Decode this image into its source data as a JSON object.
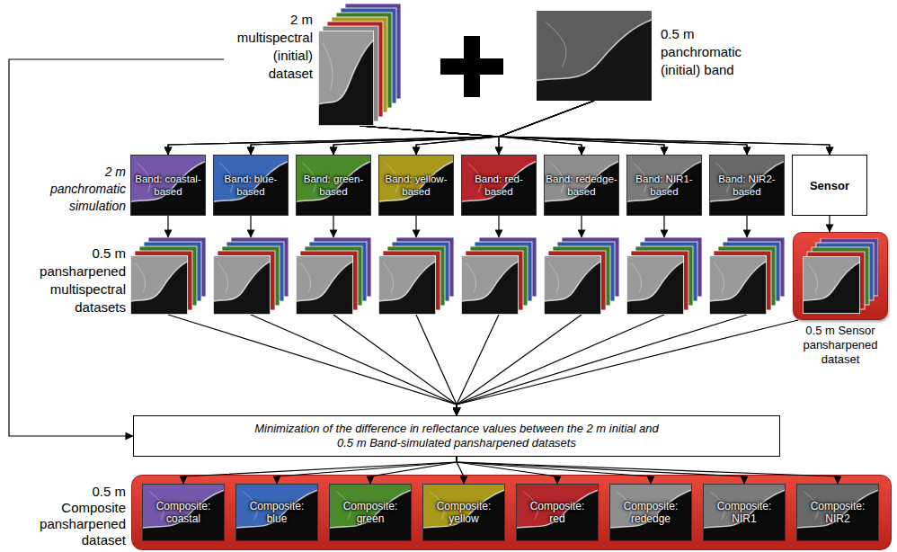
{
  "diagram": {
    "nodes": [
      {
        "text": [
          "2 m multispectral (initial) dataset"
        ]
      },
      {
        "text": [
          "0.5 m panchromatic (initial) band"
        ]
      },
      {
        "text": [
          "Band: coastal-based"
        ]
      },
      {
        "text": [
          "Band: blue-based"
        ]
      },
      {
        "text": [
          "Band: green-based"
        ]
      },
      {
        "text": [
          "Band: yellow-based"
        ]
      },
      {
        "text": [
          "Band: red-based"
        ]
      },
      {
        "text": [
          "Band: rededge-based"
        ]
      },
      {
        "text": [
          "Band: NIR1-based"
        ]
      },
      {
        "text": [
          "Band: NIR2-based"
        ]
      },
      {
        "text": [
          "Sensor"
        ]
      },
      {
        "text": []
      },
      {
        "text": []
      },
      {
        "text": []
      },
      {
        "text": []
      },
      {
        "text": []
      },
      {
        "text": []
      },
      {
        "text": []
      },
      {
        "text": []
      },
      {
        "text": [
          "0.5 m Sensor pansharpened dataset"
        ]
      },
      {
        "text": [
          "Minimization of the difference in reflectance values between the 2 m initial and 0.5 m Band-simulated pansharpened datasets"
        ]
      },
      {
        "text": [
          "0.5 m Composite pansharpened dataset"
        ]
      },
      {
        "text": [
          "Composite: coastal"
        ],
        "in": 21
      },
      {
        "text": [
          "Composite: blue"
        ],
        "in": 21
      },
      {
        "text": [
          "Composite: green"
        ],
        "in": 21
      },
      {
        "text": [
          "Composite: yellow"
        ],
        "in": 21
      },
      {
        "text": [
          "Composite: red"
        ],
        "in": 21
      },
      {
        "text": [
          "Composite: rededge"
        ],
        "in": 21
      },
      {
        "text": [
          "Composite: NIR1"
        ],
        "in": 21
      },
      {
        "text": [
          "Composite: NIR2"
        ],
        "in": 21
      }
    ],
    "edges": [
      {
        "from": 0,
        "to": 2,
        "arrow": "to"
      },
      {
        "from": 0,
        "to": 3,
        "arrow": "to"
      },
      {
        "from": 0,
        "to": 4,
        "arrow": "to"
      },
      {
        "from": 0,
        "to": 5,
        "arrow": "to"
      },
      {
        "from": 0,
        "to": 6,
        "arrow": "to"
      },
      {
        "from": 0,
        "to": 7,
        "arrow": "to"
      },
      {
        "from": 0,
        "to": 8,
        "arrow": "to"
      },
      {
        "from": 0,
        "to": 9,
        "arrow": "to"
      },
      {
        "from": 0,
        "to": 10,
        "arrow": "to"
      },
      {
        "from": 1,
        "to": 2,
        "arrow": "to"
      },
      {
        "from": 1,
        "to": 3,
        "arrow": "to"
      },
      {
        "from": 1,
        "to": 4,
        "arrow": "to"
      },
      {
        "from": 1,
        "to": 5,
        "arrow": "to"
      },
      {
        "from": 1,
        "to": 6,
        "arrow": "to"
      },
      {
        "from": 1,
        "to": 7,
        "arrow": "to"
      },
      {
        "from": 1,
        "to": 8,
        "arrow": "to"
      },
      {
        "from": 1,
        "to": 9,
        "arrow": "to"
      },
      {
        "from": 1,
        "to": 10,
        "arrow": "to"
      },
      {
        "from": 2,
        "to": 11,
        "arrow": "to"
      },
      {
        "from": 3,
        "to": 12,
        "arrow": "to"
      },
      {
        "from": 4,
        "to": 13,
        "arrow": "to"
      },
      {
        "from": 5,
        "to": 14,
        "arrow": "to"
      },
      {
        "from": 6,
        "to": 15,
        "arrow": "to"
      },
      {
        "from": 7,
        "to": 16,
        "arrow": "to"
      },
      {
        "from": 8,
        "to": 17,
        "arrow": "to"
      },
      {
        "from": 9,
        "to": 18,
        "arrow": "to"
      },
      {
        "from": 10,
        "to": 19,
        "arrow": "to"
      },
      {
        "from": 11,
        "to": 20,
        "arrow": "to"
      },
      {
        "from": 12,
        "to": 20,
        "arrow": "to"
      },
      {
        "from": 13,
        "to": 20,
        "arrow": "to"
      },
      {
        "from": 14,
        "to": 20,
        "arrow": "to"
      },
      {
        "from": 15,
        "to": 20,
        "arrow": "to"
      },
      {
        "from": 16,
        "to": 20,
        "arrow": "to"
      },
      {
        "from": 17,
        "to": 20,
        "arrow": "to"
      },
      {
        "from": 18,
        "to": 20,
        "arrow": "to"
      },
      {
        "from": 19,
        "to": 20,
        "arrow": "to"
      },
      {
        "from": 0,
        "to": 20,
        "arrow": "to"
      },
      {
        "from": 20,
        "to": 22,
        "arrow": "to"
      },
      {
        "from": 20,
        "to": 23,
        "arrow": "to"
      },
      {
        "from": 20,
        "to": 24,
        "arrow": "to"
      },
      {
        "from": 20,
        "to": 25,
        "arrow": "to"
      },
      {
        "from": 20,
        "to": 26,
        "arrow": "to"
      },
      {
        "from": 20,
        "to": 27,
        "arrow": "to"
      },
      {
        "from": 20,
        "to": 28,
        "arrow": "to"
      },
      {
        "from": 20,
        "to": 29,
        "arrow": "to"
      }
    ],
    "labels": [
      "2 m panchromatic simulation",
      "0.5 m pansharpened multispectral datasets"
    ]
  }
}
